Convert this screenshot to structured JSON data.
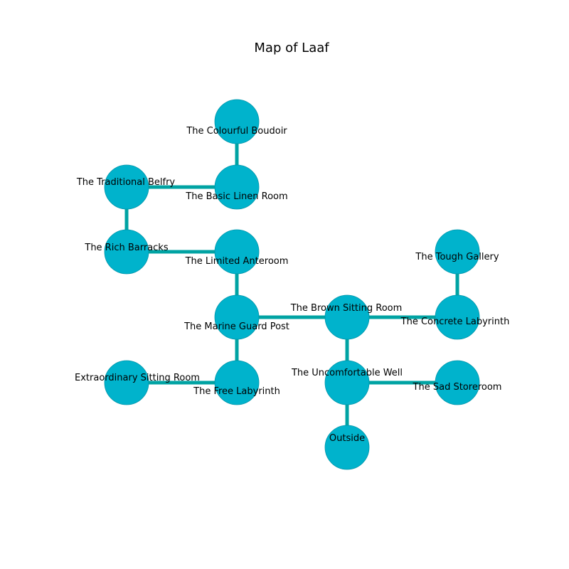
{
  "title": "Map of Laaf",
  "colors": {
    "node_fill": "#00b3cc",
    "node_stroke": "#0095aa",
    "edge": "#00a3a3"
  },
  "rooms": [
    {
      "id": "colourful_boudoir",
      "label": "The Colourful Boudoir"
    },
    {
      "id": "traditional_belfry",
      "label": "The Traditional Belfry"
    },
    {
      "id": "basic_linen_room",
      "label": "The Basic Linen Room"
    },
    {
      "id": "rich_barracks",
      "label": "The Rich Barracks"
    },
    {
      "id": "limited_anteroom",
      "label": "The Limited Anteroom"
    },
    {
      "id": "tough_gallery",
      "label": "The Tough Gallery"
    },
    {
      "id": "marine_guard_post",
      "label": "The Marine Guard Post"
    },
    {
      "id": "brown_sitting_room",
      "label": "The Brown Sitting Room"
    },
    {
      "id": "concrete_labyrinth",
      "label": "The Concrete Labyrinth"
    },
    {
      "id": "extraordinary_sitting_room",
      "label": "Extraordinary Sitting Room"
    },
    {
      "id": "free_labyrinth",
      "label": "The Free Labyrinth"
    },
    {
      "id": "uncomfortable_well",
      "label": "The Uncomfortable Well"
    },
    {
      "id": "sad_storeroom",
      "label": "The Sad Storeroom"
    },
    {
      "id": "outside",
      "label": "Outside"
    }
  ],
  "connections": [
    [
      "colourful_boudoir",
      "basic_linen_room"
    ],
    [
      "traditional_belfry",
      "basic_linen_room"
    ],
    [
      "traditional_belfry",
      "rich_barracks"
    ],
    [
      "rich_barracks",
      "limited_anteroom"
    ],
    [
      "limited_anteroom",
      "marine_guard_post"
    ],
    [
      "marine_guard_post",
      "brown_sitting_room"
    ],
    [
      "marine_guard_post",
      "free_labyrinth"
    ],
    [
      "extraordinary_sitting_room",
      "free_labyrinth"
    ],
    [
      "brown_sitting_room",
      "concrete_labyrinth"
    ],
    [
      "tough_gallery",
      "concrete_labyrinth"
    ],
    [
      "brown_sitting_room",
      "uncomfortable_well"
    ],
    [
      "uncomfortable_well",
      "sad_storeroom"
    ],
    [
      "uncomfortable_well",
      "outside"
    ]
  ]
}
